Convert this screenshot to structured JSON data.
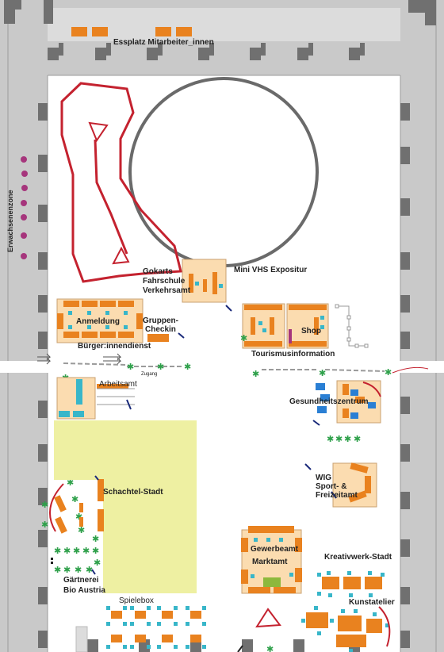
{
  "labels": {
    "essplatz": "Essplatz Mitarbeiter_innen",
    "erwachsenenzone": "Erwachsenenzone",
    "gokarts": "Gokarts",
    "fahrschule": "Fahrschule",
    "verkehrsamt": "Verkehrsamt",
    "mini_vhs": "Mini VHS Expositur",
    "anmeldung": "Anmeldung",
    "gruppen": "Gruppen-",
    "checkin": "Checkin",
    "buergerdienst": "Bürger:innendienst",
    "shop": "Shop",
    "tourismus": "Tourismusinformation",
    "zugang": "Zugang",
    "arbeitsamt": "Arbeitsamt",
    "gesundheit": "Gesundheitszentrum",
    "wig": "WIG",
    "sport": "Sport- &",
    "freizeit": "Freizeitamt",
    "schachtel": "Schachtel-Stadt",
    "gewerbeamt": "Gewerbeamt",
    "marktamt": "Marktamt",
    "kreativwerk": "Kreativwerk-Stadt",
    "kunstatelier": "Kunstatelier",
    "gaertnerei": "Gärtnerei",
    "bio_austria": "Bio Austria",
    "spielebox": "Spielebox"
  },
  "colors": {
    "wall": "#c9c9c9",
    "wall_edge": "#9b9b9b",
    "pillar": "#6f6f6f",
    "table": "#e9821f",
    "chair": "#38b6c9",
    "zone": "#fbdcb0",
    "yellow_zone": "#eef0a2",
    "red_line": "#c4222f",
    "green_mark": "#2ea04a",
    "blue_chair": "#2a7fd4",
    "purple_dot": "#a6357c"
  }
}
